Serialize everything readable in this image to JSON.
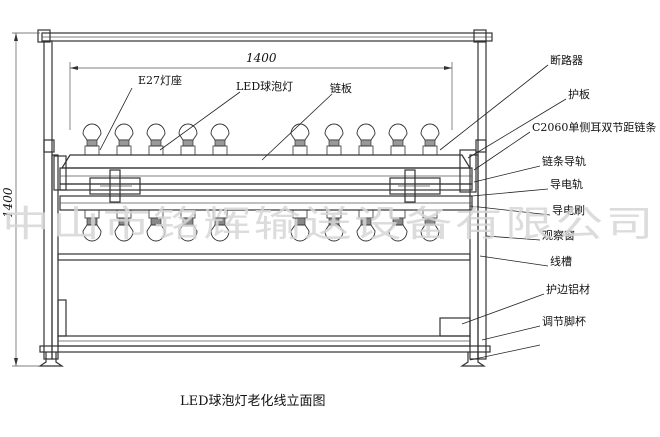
{
  "dimensions": {
    "width": "1400",
    "height": "1400"
  },
  "labels": {
    "e27": "E27灯座",
    "led_bulb": "LED球泡灯",
    "chain_plate": "链板",
    "breaker": "断路器",
    "guard": "护板",
    "chain": "C2060单侧耳双节距链条",
    "chain_rail": "链条导轨",
    "power_rail": "导电轨",
    "brush": "导电刷",
    "window": "观察窗",
    "trough": "线槽",
    "edge_profile": "护边铝材",
    "foot": "调节脚杯"
  },
  "caption": "LED球泡灯老化线立面图",
  "watermark": "中山市铭辉输送设备有限公司"
}
